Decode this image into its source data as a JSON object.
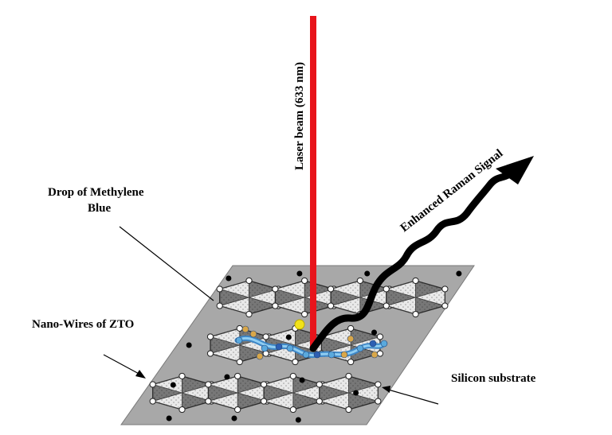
{
  "labels": {
    "laser": "Laser beam (633 nm)",
    "raman": "Enhanced Raman Signal",
    "drop_line1": "Drop of Methylene",
    "drop_line2": "Blue",
    "nanowires": "Nano-Wires of ZTO",
    "substrate": "Silicon substrate"
  },
  "colors": {
    "laser": "#e8141b",
    "substrate": "#a8a8a8",
    "molecule": "#5aa9dd",
    "sulfur": "#f2e21a",
    "signal": "#000000"
  }
}
